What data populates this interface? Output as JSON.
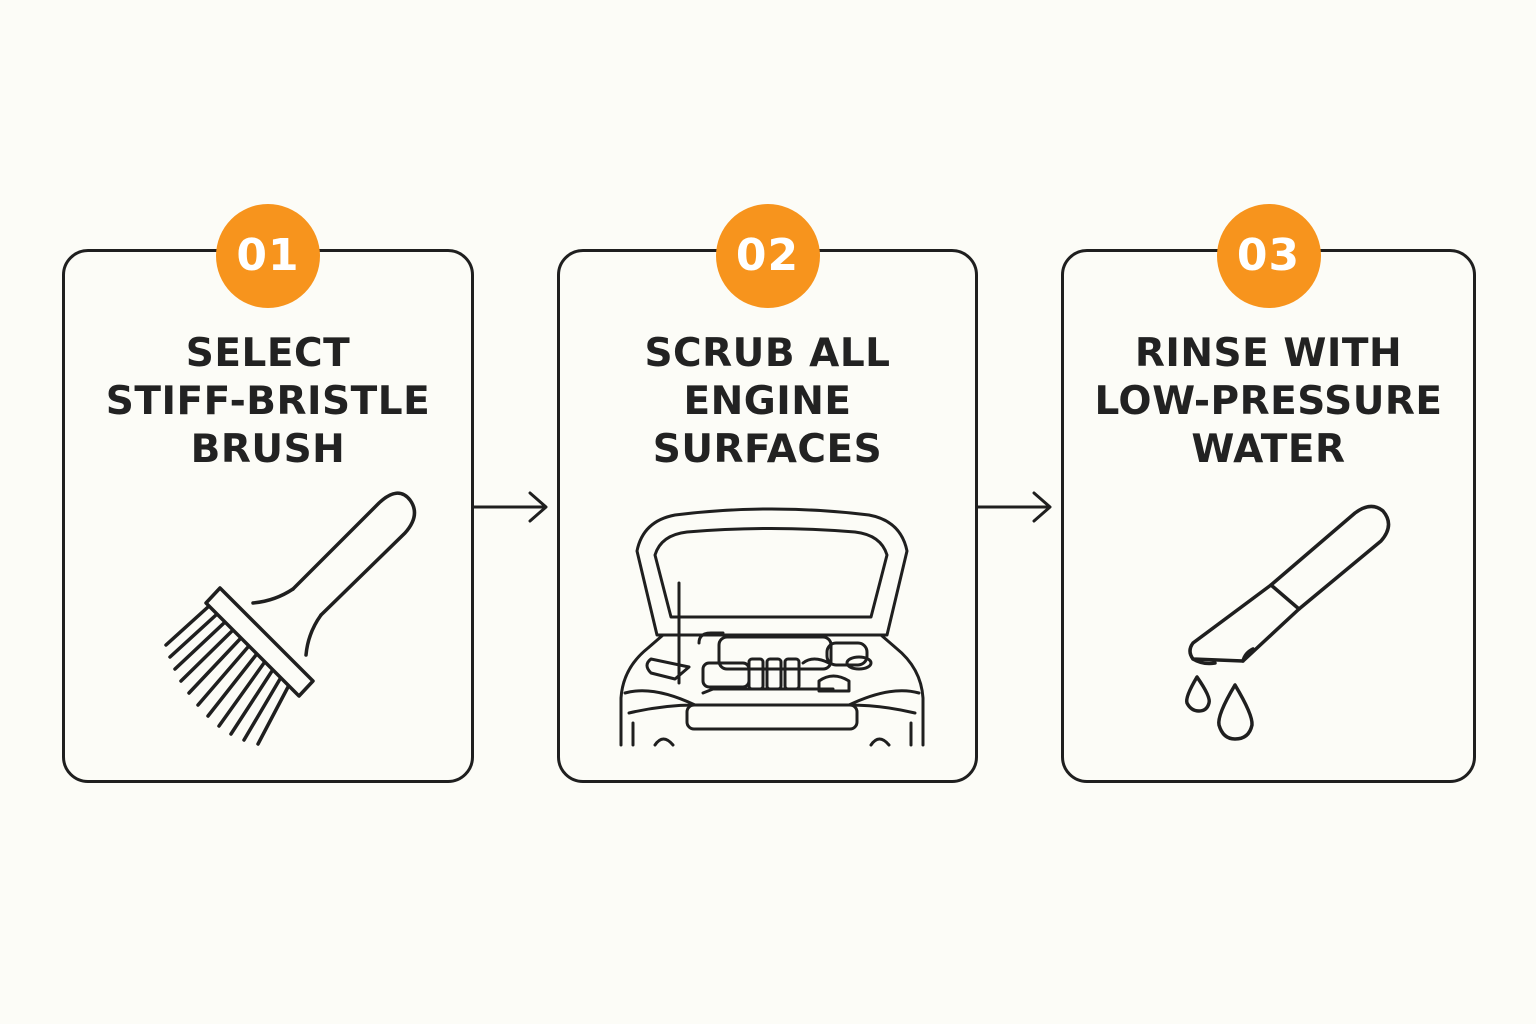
{
  "steps": [
    {
      "number": "01",
      "title": "SELECT\nSTIFF-BRISTLE\nBRUSH",
      "icon": "paint-brush-icon"
    },
    {
      "number": "02",
      "title": "SCRUB ALL\nENGINE\nSURFACES",
      "icon": "car-engine-bay-icon"
    },
    {
      "number": "03",
      "title": "RINSE WITH\nLOW-PRESSURE\nWATER",
      "icon": "water-nozzle-icon"
    }
  ],
  "colors": {
    "accent": "#f7941d",
    "stroke": "#1f1f1f",
    "background": "#fcfcf7",
    "text": "#222222"
  }
}
